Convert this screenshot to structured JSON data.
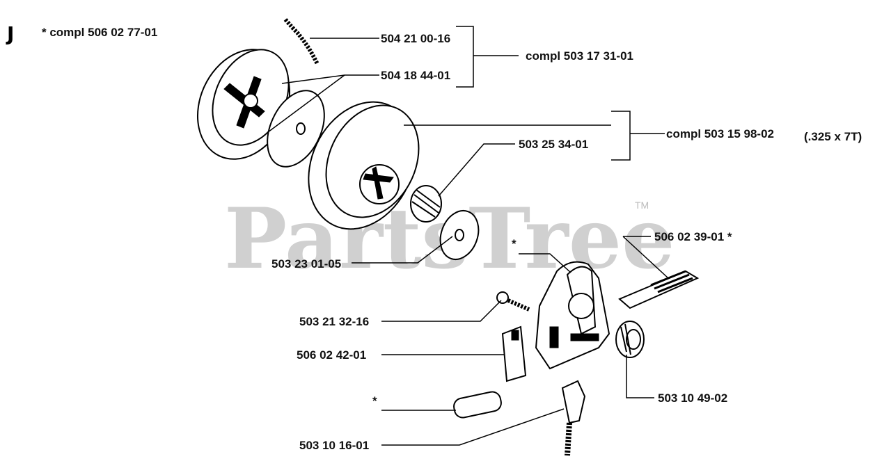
{
  "diagram": {
    "section_letter": "J",
    "section_note": "* compl 506 02 77-01",
    "watermark": "PartsTree",
    "trademark": "TM",
    "labels": {
      "spring": "504 21 00-16",
      "clutch_kit": "compl 503 17 31-01",
      "washer_plate": "504 18 44-01",
      "drum_kit": "compl 503 15 98-02",
      "drum_spec": "(.325 x 7T)",
      "needle_bearing": "503 25 34-01",
      "washer": "503 23 01-05",
      "pump_kit": "506 02 39-01 *",
      "pump_star": "*",
      "screw": "503 21 32-16",
      "plunger": "506 02 42-01",
      "filter_star": "*",
      "worm_gear": "503 10 49-02",
      "nipple": "503 10 16-01"
    }
  }
}
